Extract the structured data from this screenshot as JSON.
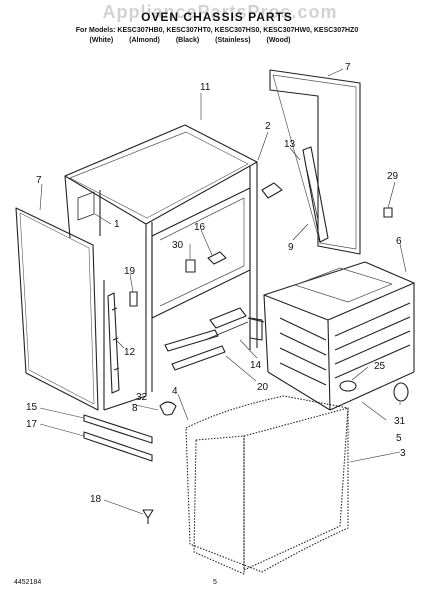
{
  "watermark": "AppliancePartsPros.com",
  "header": {
    "title": "OVEN CHASSIS PARTS",
    "models": "For Models: KESC307HB0, KESC307HT0, KESC307HS0, KESC307HW0, KESC307HZ0",
    "colors": [
      "(White)",
      "(Almond)",
      "(Black)",
      "(Stainless)",
      "(Wood)"
    ]
  },
  "callouts": {
    "c1": "1",
    "c2": "2",
    "c3": "3",
    "c4": "4",
    "c5": "5",
    "c6": "6",
    "c7a": "7",
    "c7b": "7",
    "c8": "8",
    "c9": "9",
    "c11": "11",
    "c12": "12",
    "c13": "13",
    "c14": "14",
    "c15": "15",
    "c16": "16",
    "c17": "17",
    "c18": "18",
    "c19": "19",
    "c20": "20",
    "c25": "25",
    "c29": "29",
    "c30": "30",
    "c31": "31",
    "c32": "32"
  },
  "footer": {
    "doc_number": "4452184",
    "page": "5"
  }
}
